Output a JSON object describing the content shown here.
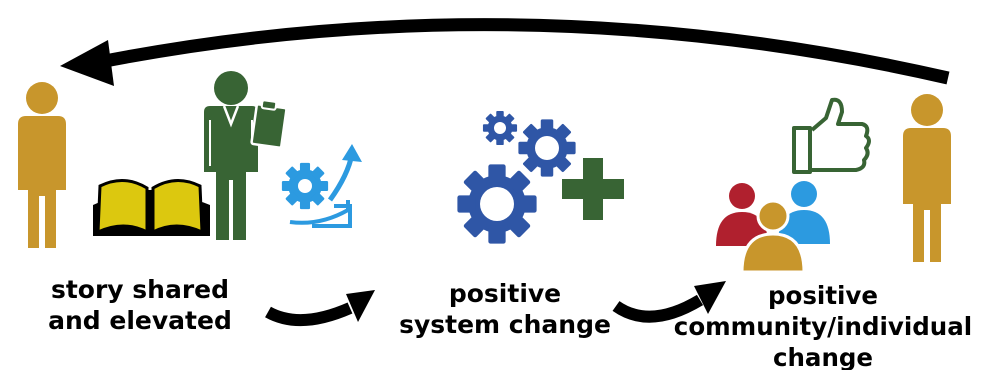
{
  "stages": [
    {
      "id": "story",
      "caption": [
        "story shared",
        "and elevated"
      ],
      "icons": [
        "storyteller-person-icon",
        "open-book-icon",
        "evaluator-with-clipboard-icon",
        "gear-growth-arrow-icon"
      ]
    },
    {
      "id": "system",
      "caption": [
        "positive",
        "system change"
      ],
      "icons": [
        "gears-icon",
        "plus-icon"
      ]
    },
    {
      "id": "community",
      "caption": [
        "positive",
        "community/individual",
        "change"
      ],
      "icons": [
        "community-group-icon",
        "thumbs-up-icon",
        "community-member-person-icon"
      ]
    }
  ],
  "colors": {
    "person_gold": "#C8962C",
    "book_yellow": "#DCC80F",
    "evaluator_green": "#386434",
    "growth_blue": "#2C9AE0",
    "gear_blue": "#2F56A6",
    "plus_green": "#386434",
    "group_red": "#B0202E",
    "group_blue": "#2C9AE0",
    "group_gold": "#C8962C",
    "arrow_black": "#000000"
  }
}
